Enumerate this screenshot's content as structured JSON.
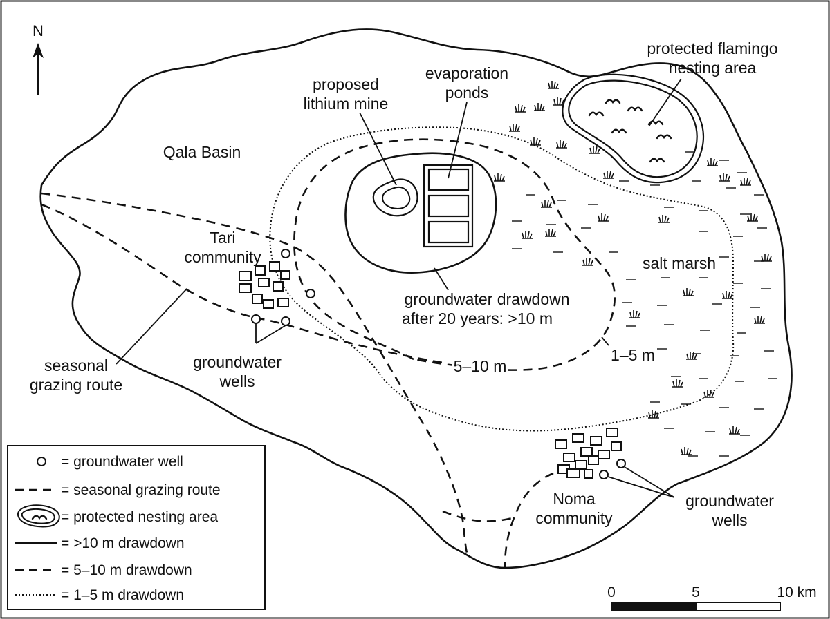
{
  "north": "N",
  "labels": {
    "basin": "Qala Basin",
    "mine": [
      "proposed",
      "lithium mine"
    ],
    "ponds": [
      "evaporation",
      "ponds"
    ],
    "nesting": [
      "protected flamingo",
      "nesting area"
    ],
    "salt_marsh": "salt marsh",
    "tari": [
      "Tari",
      "community"
    ],
    "noma": [
      "Noma",
      "community"
    ],
    "wells_west": [
      "groundwater",
      "wells"
    ],
    "wells_east": [
      "groundwater",
      "wells"
    ],
    "grazing": [
      "seasonal",
      "grazing route"
    ],
    "drawdown_inner": [
      "groundwater drawdown",
      "after 20 years: >10 m"
    ],
    "drawdown_mid": "5–10 m",
    "drawdown_outer": "1–5 m"
  },
  "legend": [
    "= groundwater well",
    "= seasonal grazing route",
    "= protected nesting area",
    "= >10 m drawdown",
    "= 5–10 m drawdown",
    "= 1–5 m drawdown"
  ],
  "scale": {
    "ticks": [
      "0",
      "5",
      "10 km"
    ]
  },
  "colors": {
    "ink": "#111111",
    "paper": "#ffffff"
  }
}
